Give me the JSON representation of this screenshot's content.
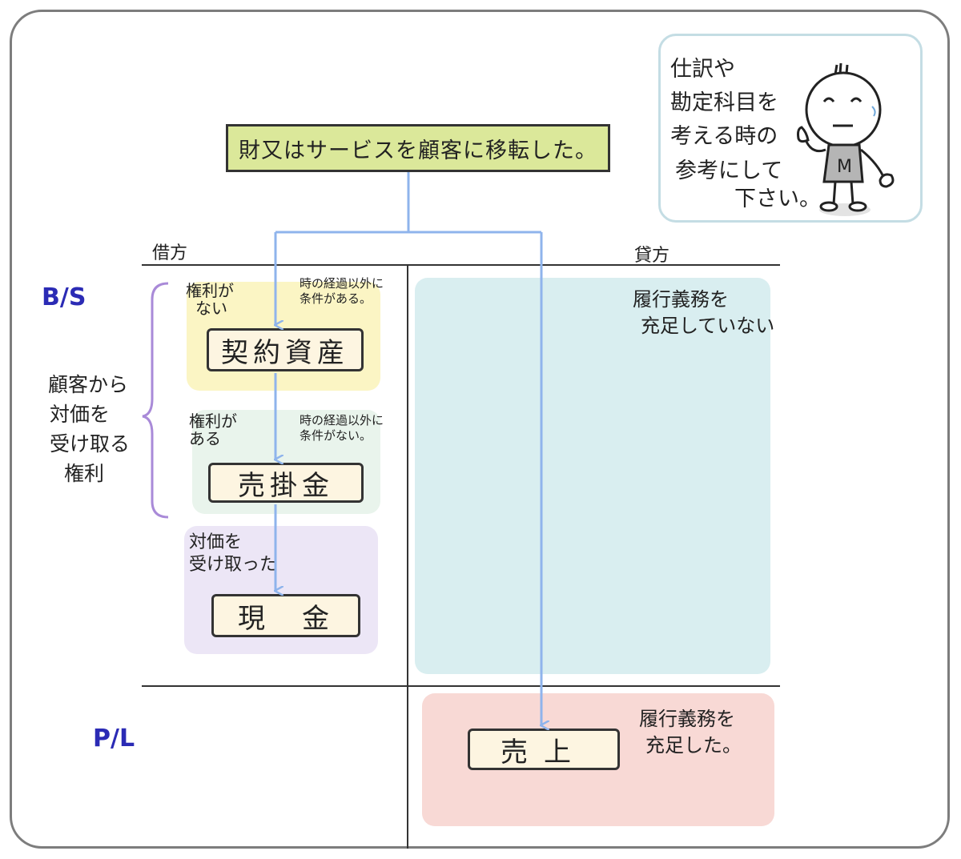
{
  "note": {
    "lines": [
      "仕訳や",
      "勘定科目を",
      "考える時の",
      "参考にして",
      "下さい。"
    ],
    "shirt_letter": "M"
  },
  "top_box": {
    "text": "財又はサービスを顧客に移転した。"
  },
  "headers": {
    "debit": "借方",
    "credit": "貸方"
  },
  "side_labels": {
    "bs": "B/S",
    "pl": "P/L"
  },
  "brace_label": {
    "lines": [
      "顧客から",
      "対価を",
      "受け取る",
      "権利"
    ]
  },
  "regions": {
    "contract_asset": {
      "note_lines": [
        "権利が",
        "ない"
      ],
      "condition_lines": [
        "時の経過以外に",
        "条件がある。"
      ],
      "account": "契約資産"
    },
    "receivable": {
      "note_lines": [
        "権利が",
        "ある"
      ],
      "condition_lines": [
        "時の経過以外に",
        "条件がない。"
      ],
      "account": "売掛金"
    },
    "cash": {
      "note_lines": [
        "対価を",
        "受け取った"
      ],
      "account": "現　金"
    },
    "unfulfilled": {
      "lines": [
        "履行義務を",
        "充足していない"
      ]
    },
    "revenue": {
      "lines": [
        "履行義務を",
        "充足した。"
      ],
      "account": "売上"
    }
  },
  "colors": {
    "top_box": "#dbe89a",
    "contract_asset_region": "#fbf5c4",
    "receivable_region": "#e9f4ec",
    "cash_region": "#ece6f6",
    "unfulfilled_region": "#d9eef0",
    "revenue_region": "#f8d9d5",
    "account_fill": "#fdf5e1",
    "flow_arrow": "#8fb4ec",
    "brace": "#a98ad8",
    "side_label": "#2b2bb5"
  }
}
